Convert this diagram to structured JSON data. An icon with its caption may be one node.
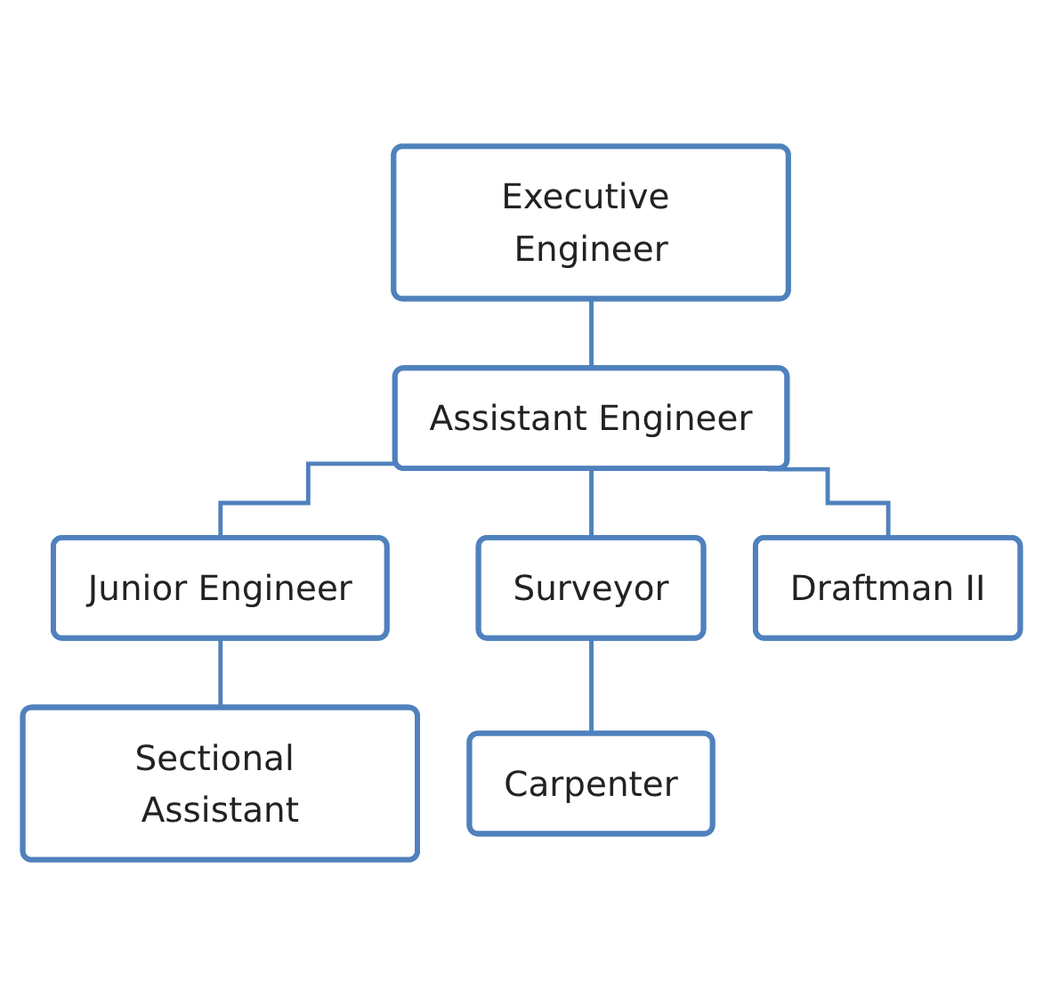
{
  "diagram": {
    "nodes": [
      {
        "text": [
          "Executive Engineer"
        ]
      },
      {
        "text": [
          "Assistant Engineer"
        ]
      },
      {
        "text": [
          "Junior Engineer"
        ]
      },
      {
        "text": [
          "Surveyor"
        ]
      },
      {
        "text": [
          "Draftman II"
        ]
      },
      {
        "text": [
          "Sectional Assistant"
        ]
      },
      {
        "text": [
          "Carpenter"
        ]
      }
    ],
    "edges": [
      {
        "from": 0,
        "to": 1,
        "arrow": "none"
      },
      {
        "from": 1,
        "to": 2,
        "arrow": "none"
      },
      {
        "from": 1,
        "to": 3,
        "arrow": "none"
      },
      {
        "from": 1,
        "to": 4,
        "arrow": "none"
      },
      {
        "from": 2,
        "to": 5,
        "arrow": "none"
      },
      {
        "from": 3,
        "to": 6,
        "arrow": "none"
      }
    ]
  }
}
